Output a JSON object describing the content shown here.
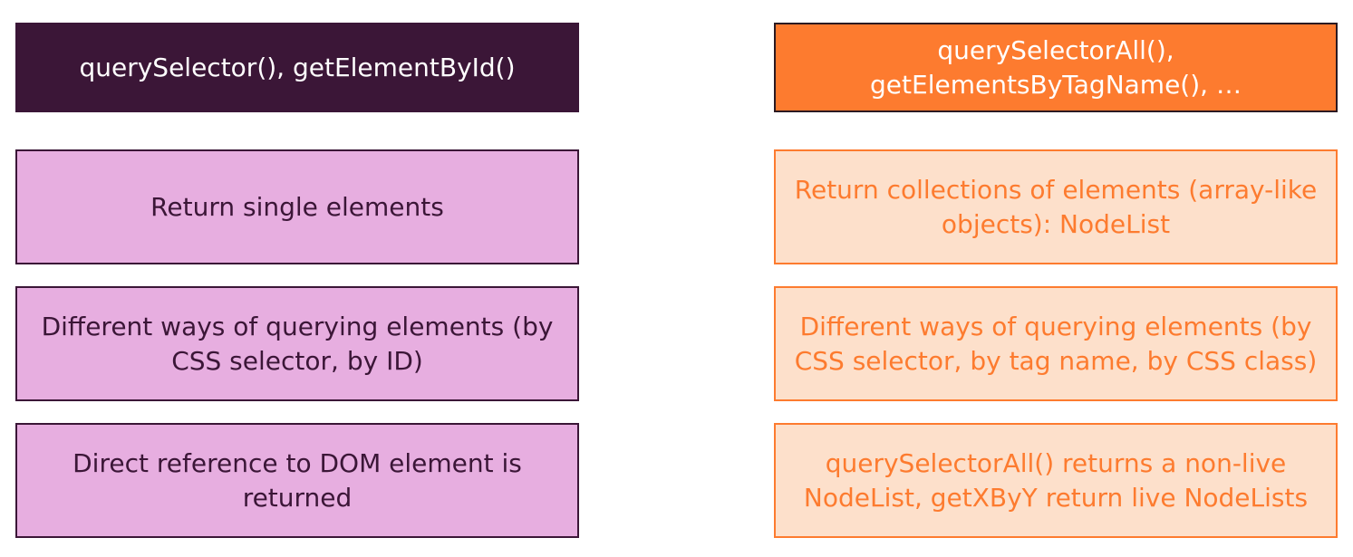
{
  "left": {
    "header": "querySelector(), getElementById()",
    "items": [
      "Return single elements",
      "Different ways of querying elements (by CSS selector, by ID)",
      "Direct reference to DOM element is returned"
    ]
  },
  "right": {
    "header": "querySelectorAll(), getElementsByTagName(), …",
    "items": [
      "Return collections of elements (array-like objects): NodeList",
      "Different ways of querying elements (by CSS selector, by tag name, by CSS class)",
      "querySelectorAll() returns a non-live NodeList, getXByY return live NodeLists"
    ]
  },
  "colors": {
    "dark_purple": "#3b1637",
    "light_purple": "#e7aee0",
    "orange": "#fd7b2f",
    "light_orange": "#fde0cb"
  }
}
